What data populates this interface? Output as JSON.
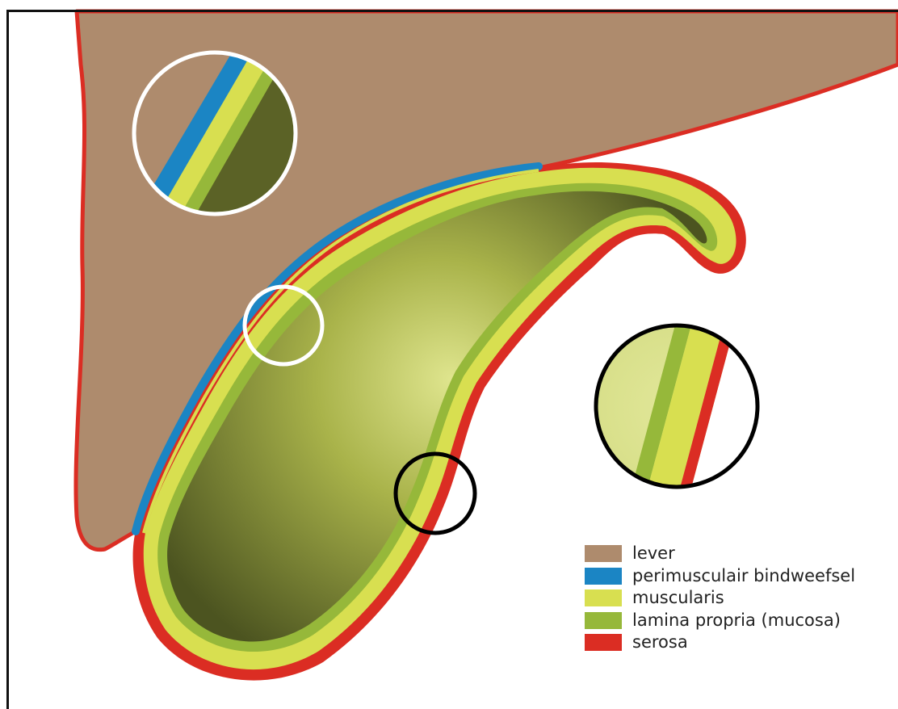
{
  "colors": {
    "lever": "#ae8b6d",
    "perimusculair_bindweefsel": "#1b85c4",
    "muscularis": "#d8df50",
    "lamina_propria": "#96b83a",
    "serosa": "#db2d23",
    "mucosa_light": "#dfe58e",
    "mucosa_dark": "#5b6226"
  },
  "legend": {
    "items": [
      {
        "label": "lever",
        "color": "#ae8b6d"
      },
      {
        "label": "perimusculair bindweefsel",
        "color": "#1b85c4"
      },
      {
        "label": "muscularis",
        "color": "#d8df50"
      },
      {
        "label": "lamina propria (mucosa)",
        "color": "#96b83a"
      },
      {
        "label": "serosa",
        "color": "#db2d23"
      }
    ]
  }
}
